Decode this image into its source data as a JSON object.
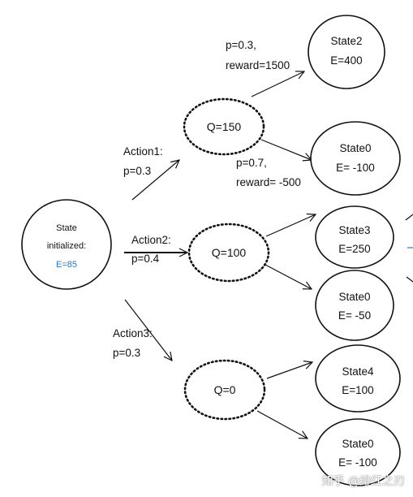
{
  "root": {
    "line1": "State",
    "line2": "initialized:",
    "energy": "E=85",
    "energy_color": "#2f78b8"
  },
  "actions": [
    {
      "name": "Action1:",
      "prob": "p=0.3"
    },
    {
      "name": "Action2:",
      "prob": "p=0.4"
    },
    {
      "name": "Action3:",
      "prob": "p=0.3"
    }
  ],
  "q_nodes": [
    {
      "label": "Q=150"
    },
    {
      "label": "Q=100"
    },
    {
      "label": "Q=0"
    }
  ],
  "outcomes": [
    {
      "state": "State2",
      "energy": "E=400",
      "prob": "p=0.3,",
      "reward": "reward=1500"
    },
    {
      "state": "State0",
      "energy": "E= -100",
      "prob": "p=0.7,",
      "reward": "reward= -500"
    },
    {
      "state": "State3",
      "energy": "E=250"
    },
    {
      "state": "State0",
      "energy": "E= -50"
    },
    {
      "state": "State4",
      "energy": "E=100"
    },
    {
      "state": "State0",
      "energy": "E= -100"
    }
  ],
  "watermark": "知乎 @绯红之刃"
}
